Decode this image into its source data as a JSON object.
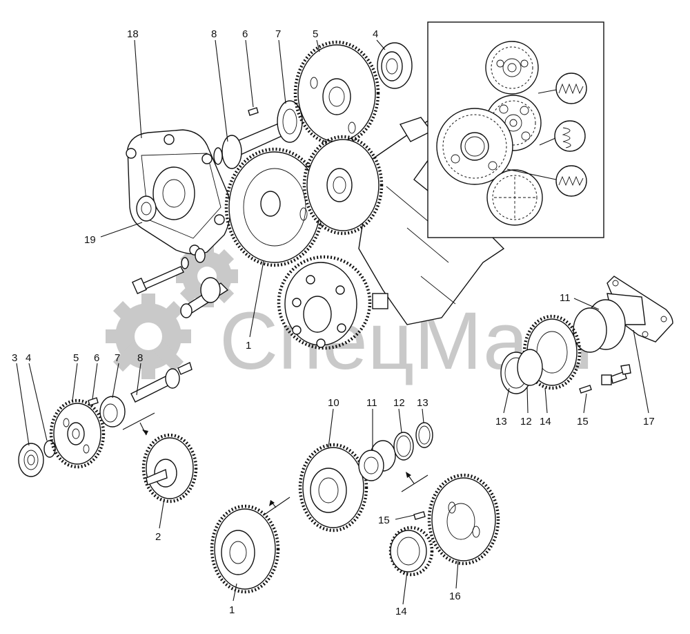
{
  "watermark": {
    "text": "СпецМаш",
    "color": "#c9c9c9"
  },
  "callouts": [
    {
      "id": "c18",
      "text": "18"
    },
    {
      "id": "c8a",
      "text": "8"
    },
    {
      "id": "c6a",
      "text": "6"
    },
    {
      "id": "c7a",
      "text": "7"
    },
    {
      "id": "c5a",
      "text": "5"
    },
    {
      "id": "c4a",
      "text": "4"
    },
    {
      "id": "c19",
      "text": "19"
    },
    {
      "id": "c1a",
      "text": "1"
    },
    {
      "id": "c3",
      "text": "3"
    },
    {
      "id": "c4b",
      "text": "4"
    },
    {
      "id": "c5b",
      "text": "5"
    },
    {
      "id": "c6b",
      "text": "6"
    },
    {
      "id": "c7b",
      "text": "7"
    },
    {
      "id": "c8b",
      "text": "8"
    },
    {
      "id": "c2",
      "text": "2"
    },
    {
      "id": "c1b",
      "text": "1"
    },
    {
      "id": "c10",
      "text": "10"
    },
    {
      "id": "c11a",
      "text": "11"
    },
    {
      "id": "c12a",
      "text": "12"
    },
    {
      "id": "c13a",
      "text": "13"
    },
    {
      "id": "c15a",
      "text": "15"
    },
    {
      "id": "c14a",
      "text": "14"
    },
    {
      "id": "c16",
      "text": "16"
    },
    {
      "id": "c11b",
      "text": "11"
    },
    {
      "id": "c13b",
      "text": "13"
    },
    {
      "id": "c12b",
      "text": "12"
    },
    {
      "id": "c14b",
      "text": "14"
    },
    {
      "id": "c15b",
      "text": "15"
    },
    {
      "id": "c17",
      "text": "17"
    }
  ]
}
